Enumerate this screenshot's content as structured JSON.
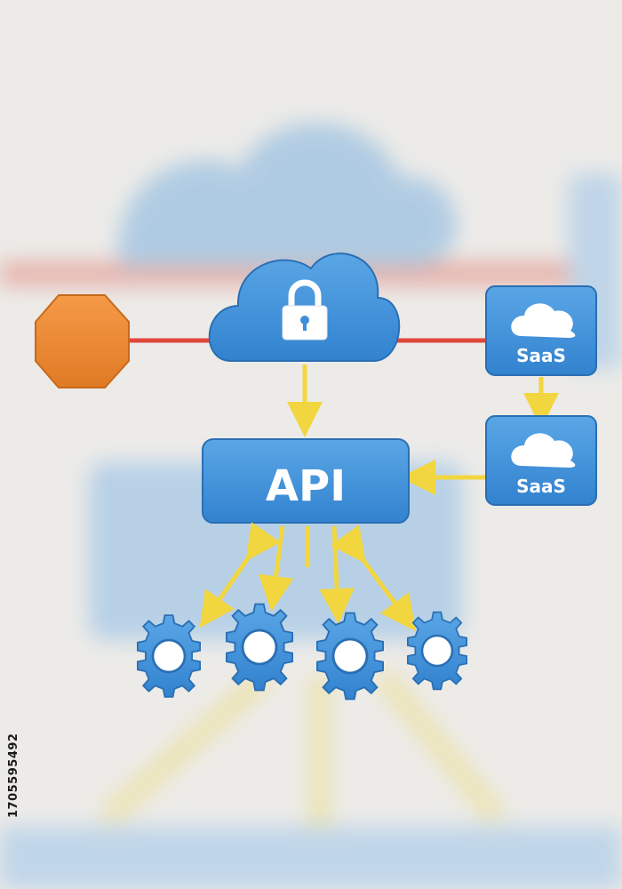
{
  "diagram": {
    "api_label": "API",
    "saas_top_label": "SaaS",
    "saas_bottom_label": "SaaS",
    "watermark_id": "1705595492"
  },
  "colors": {
    "background": "#ecebe8",
    "node_blue": "#3f8fd6",
    "node_blue_dark": "#2f76bd",
    "arrow_yellow": "#f2d640",
    "connector_red": "#e0473a",
    "octagon_orange": "#f08a34",
    "icon_white": "#ffffff"
  },
  "icons": {
    "cloud": "cloud-icon",
    "lock": "lock-icon",
    "saas_cloud": "cloud-icon",
    "gear": "gear-icon",
    "octagon": "octagon-icon"
  }
}
